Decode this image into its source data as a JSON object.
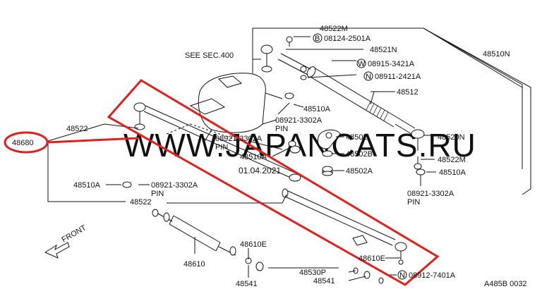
{
  "diagram": {
    "watermark": "WWW.JAPANCATS.RU",
    "watermark_date": "01.04.2021",
    "figure_code": "A485B 0032",
    "front_label": "FRONT",
    "see_sec": "SEE SEC.400",
    "highlight_color": "#e0201c",
    "labels": {
      "p48522M_top": "48522M",
      "b08124": "08124-2501A",
      "b08124_sym": "B",
      "p48521N": "48521N",
      "p48510N": "48510N",
      "w08915": "08915-3421A",
      "w08915_sym": "W",
      "n08911": "08911-2421A",
      "n08911_sym": "N",
      "p48512": "48512",
      "p48510A_center": "48510A",
      "pin_center_no": "08921-3302A",
      "pin_center_word": "PIN",
      "pin_mid_no": "08921-3302A",
      "pin_mid_word": "PIN",
      "p48502": "48502",
      "p48520N": "48520N",
      "p48522_top": "48522",
      "p48510A_mid": "48510A",
      "p48502B": "48502B",
      "p48522M_right": "48522M",
      "p48502A": "48502A",
      "p48510A_right": "48510A",
      "pin_right_no": "08921-3302A",
      "pin_right_word": "PIN",
      "p48680": "48680",
      "p48510A_left": "48510A",
      "pin_left_no": "08921-3302A",
      "pin_left_word": "PIN",
      "p48522_bottom": "48522",
      "p48610E_a": "48610E",
      "p48610E_b": "48610E",
      "p48610": "48610",
      "p48530P": "48530P",
      "p48541_a": "48541",
      "p48541_b": "48541",
      "n08912": "08912-7401A",
      "n08912_sym": "N"
    }
  }
}
